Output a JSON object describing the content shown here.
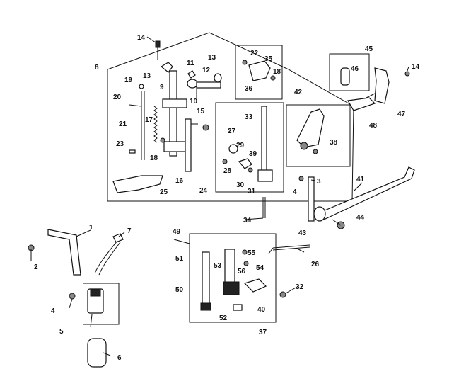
{
  "callouts": [
    {
      "id": "c1",
      "text": "1"
    },
    {
      "id": "c2",
      "text": "2"
    },
    {
      "id": "c3",
      "text": "3"
    },
    {
      "id": "c4a",
      "text": "4"
    },
    {
      "id": "c4b",
      "text": "4"
    },
    {
      "id": "c5",
      "text": "5"
    },
    {
      "id": "c6",
      "text": "6"
    },
    {
      "id": "c7",
      "text": "7"
    },
    {
      "id": "c8",
      "text": "8"
    },
    {
      "id": "c9",
      "text": "9"
    },
    {
      "id": "c10",
      "text": "10"
    },
    {
      "id": "c11",
      "text": "11"
    },
    {
      "id": "c12",
      "text": "12"
    },
    {
      "id": "c13a",
      "text": "13"
    },
    {
      "id": "c13b",
      "text": "13"
    },
    {
      "id": "c14a",
      "text": "14"
    },
    {
      "id": "c14b",
      "text": "14"
    },
    {
      "id": "c15",
      "text": "15"
    },
    {
      "id": "c16",
      "text": "16"
    },
    {
      "id": "c17",
      "text": "17"
    },
    {
      "id": "c18a",
      "text": "18"
    },
    {
      "id": "c18b",
      "text": "18"
    },
    {
      "id": "c19",
      "text": "19"
    },
    {
      "id": "c20",
      "text": "20"
    },
    {
      "id": "c21",
      "text": "21"
    },
    {
      "id": "c22",
      "text": "22"
    },
    {
      "id": "c23",
      "text": "23"
    },
    {
      "id": "c24",
      "text": "24"
    },
    {
      "id": "c25",
      "text": "25"
    },
    {
      "id": "c26",
      "text": "26"
    },
    {
      "id": "c27",
      "text": "27"
    },
    {
      "id": "c28",
      "text": "28"
    },
    {
      "id": "c29",
      "text": "29"
    },
    {
      "id": "c30",
      "text": "30"
    },
    {
      "id": "c31",
      "text": "31"
    },
    {
      "id": "c32",
      "text": "32"
    },
    {
      "id": "c33",
      "text": "33"
    },
    {
      "id": "c34",
      "text": "34"
    },
    {
      "id": "c35",
      "text": "35"
    },
    {
      "id": "c36",
      "text": "36"
    },
    {
      "id": "c37",
      "text": "37"
    },
    {
      "id": "c38",
      "text": "38"
    },
    {
      "id": "c39",
      "text": "39"
    },
    {
      "id": "c40",
      "text": "40"
    },
    {
      "id": "c41",
      "text": "41"
    },
    {
      "id": "c42",
      "text": "42"
    },
    {
      "id": "c43",
      "text": "43"
    },
    {
      "id": "c44",
      "text": "44"
    },
    {
      "id": "c45",
      "text": "45"
    },
    {
      "id": "c46",
      "text": "46"
    },
    {
      "id": "c47",
      "text": "47"
    },
    {
      "id": "c48",
      "text": "48"
    },
    {
      "id": "c49",
      "text": "49"
    },
    {
      "id": "c50",
      "text": "50"
    },
    {
      "id": "c51",
      "text": "51"
    },
    {
      "id": "c52",
      "text": "52"
    },
    {
      "id": "c53",
      "text": "53"
    },
    {
      "id": "c54",
      "text": "54"
    },
    {
      "id": "c55",
      "text": "55"
    },
    {
      "id": "c56",
      "text": "56"
    }
  ]
}
